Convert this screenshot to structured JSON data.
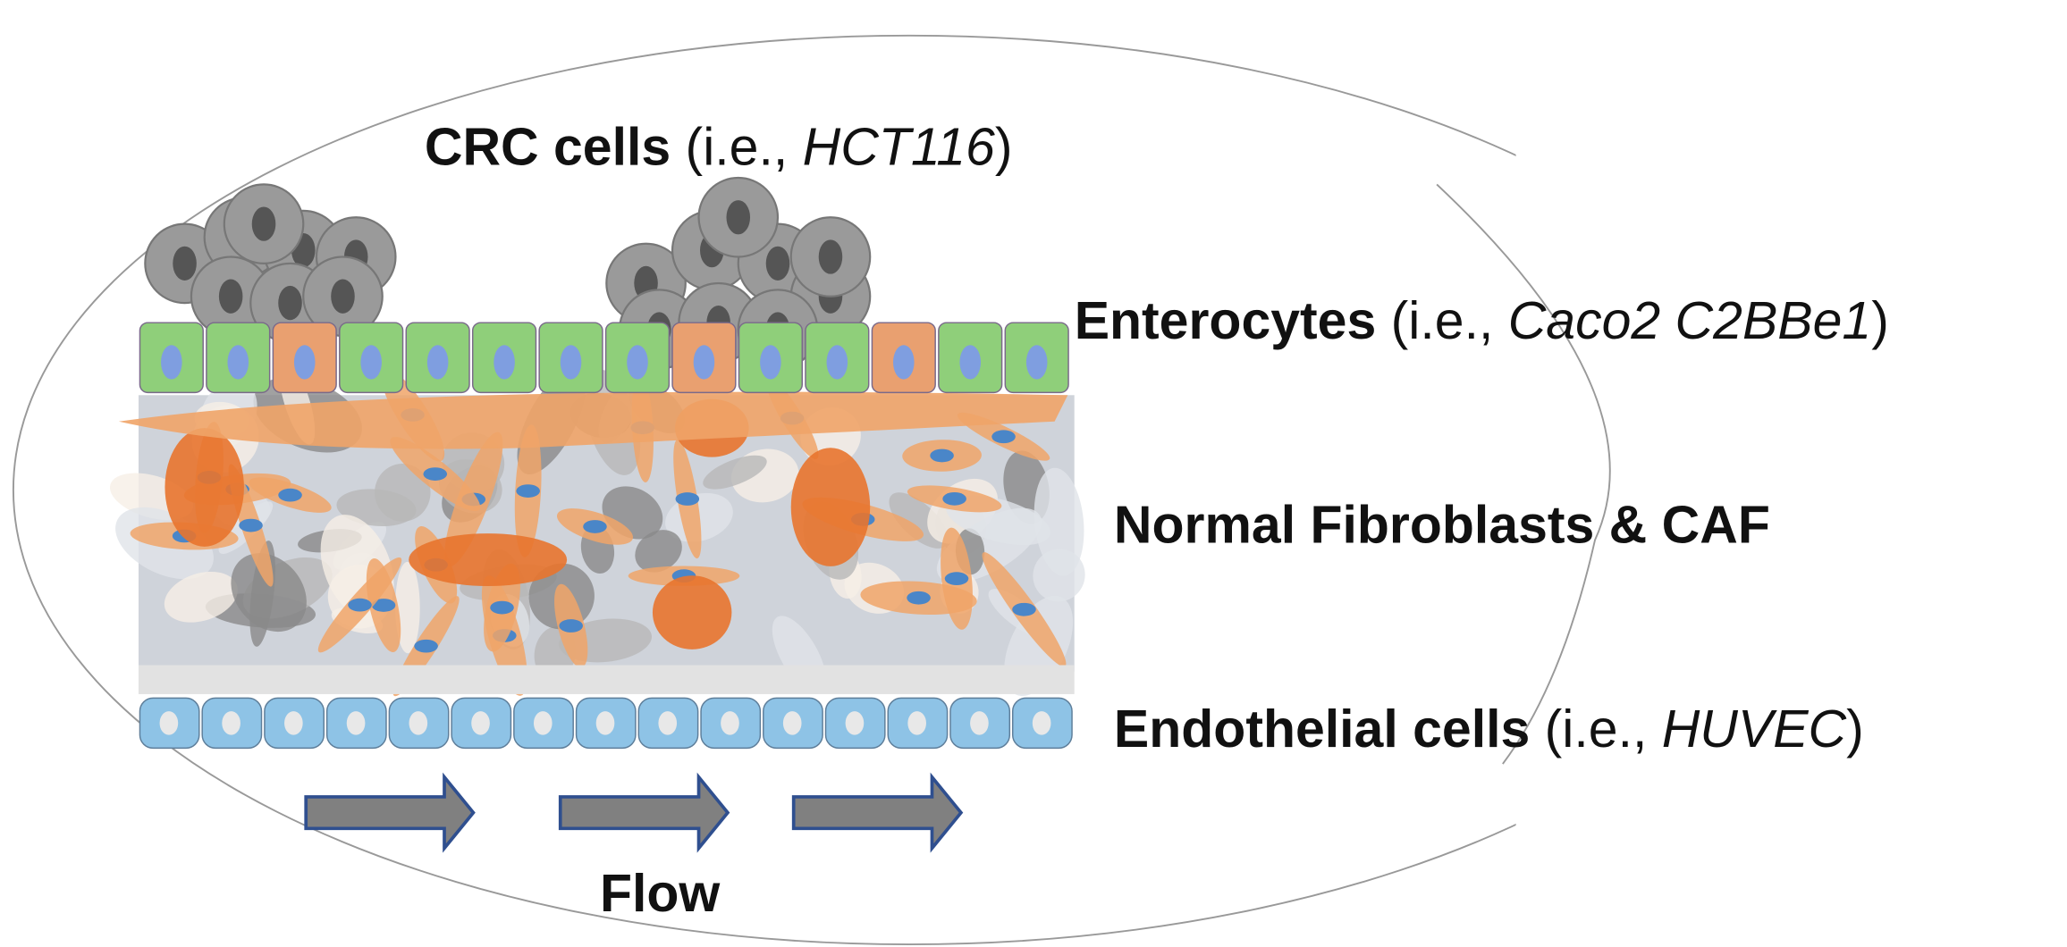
{
  "labels": {
    "crc": {
      "bold": "CRC cells",
      "pre": " (i.e., ",
      "italic": "HCT116",
      "post": ")"
    },
    "enterocytes": {
      "bold": "Enterocytes",
      "pre": " (i.e., ",
      "italic": "Caco2 C2BBe1",
      "post": ")"
    },
    "fibroblasts": {
      "bold": "Normal Fibroblasts & CAF"
    },
    "endothelial": {
      "bold": "Endothelial cells",
      "pre": " (i.e., ",
      "italic": "HUVEC",
      "post": ")"
    },
    "flow": "Flow"
  },
  "colors": {
    "enterocyte": "#8fcf7a",
    "enterocyte_alt": "#e9a070",
    "fibroblast": "#f0a468",
    "caf": "#e8742e",
    "nucleus": "#7f9ee0",
    "crc": "#9a9a9a",
    "crc_nucleus": "#555555",
    "endothelial": "#8ec3e6",
    "arrow_fill": "#808080",
    "arrow_stroke": "#2f4f8f"
  }
}
